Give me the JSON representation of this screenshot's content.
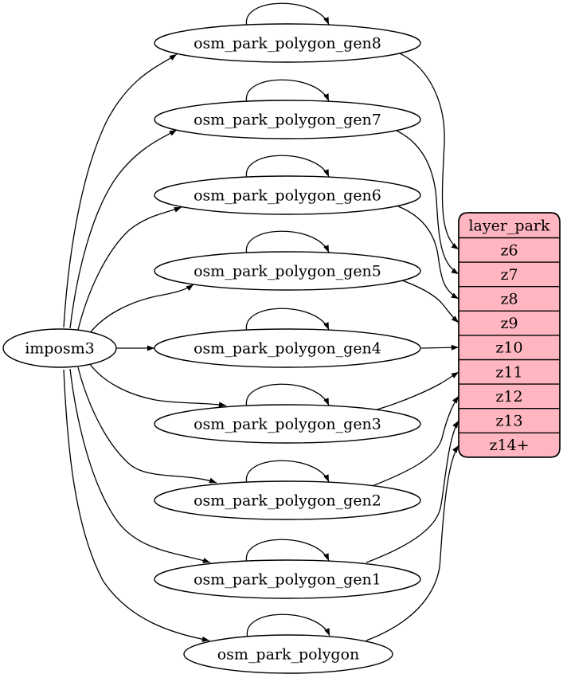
{
  "graph": {
    "source": {
      "label": "imposm3"
    },
    "tables": [
      {
        "id": "gen8",
        "label": "osm_park_polygon_gen8",
        "zoom_row": "z6"
      },
      {
        "id": "gen7",
        "label": "osm_park_polygon_gen7",
        "zoom_row": "z7"
      },
      {
        "id": "gen6",
        "label": "osm_park_polygon_gen6",
        "zoom_row": "z8"
      },
      {
        "id": "gen5",
        "label": "osm_park_polygon_gen5",
        "zoom_row": "z9"
      },
      {
        "id": "gen4",
        "label": "osm_park_polygon_gen4",
        "zoom_row": "z10"
      },
      {
        "id": "gen3",
        "label": "osm_park_polygon_gen3",
        "zoom_row": "z11"
      },
      {
        "id": "gen2",
        "label": "osm_park_polygon_gen2",
        "zoom_row": "z12"
      },
      {
        "id": "gen1",
        "label": "osm_park_polygon_gen1",
        "zoom_row": "z13"
      },
      {
        "id": "poly",
        "label": "osm_park_polygon",
        "zoom_row": "z14+"
      }
    ],
    "layer": {
      "title": "layer_park",
      "rows": [
        "z6",
        "z7",
        "z8",
        "z9",
        "z10",
        "z11",
        "z12",
        "z13",
        "z14+"
      ]
    },
    "colors": {
      "layer_fill": "#ffb6c1",
      "node_fill": "#ffffff",
      "edge": "#000000"
    }
  }
}
